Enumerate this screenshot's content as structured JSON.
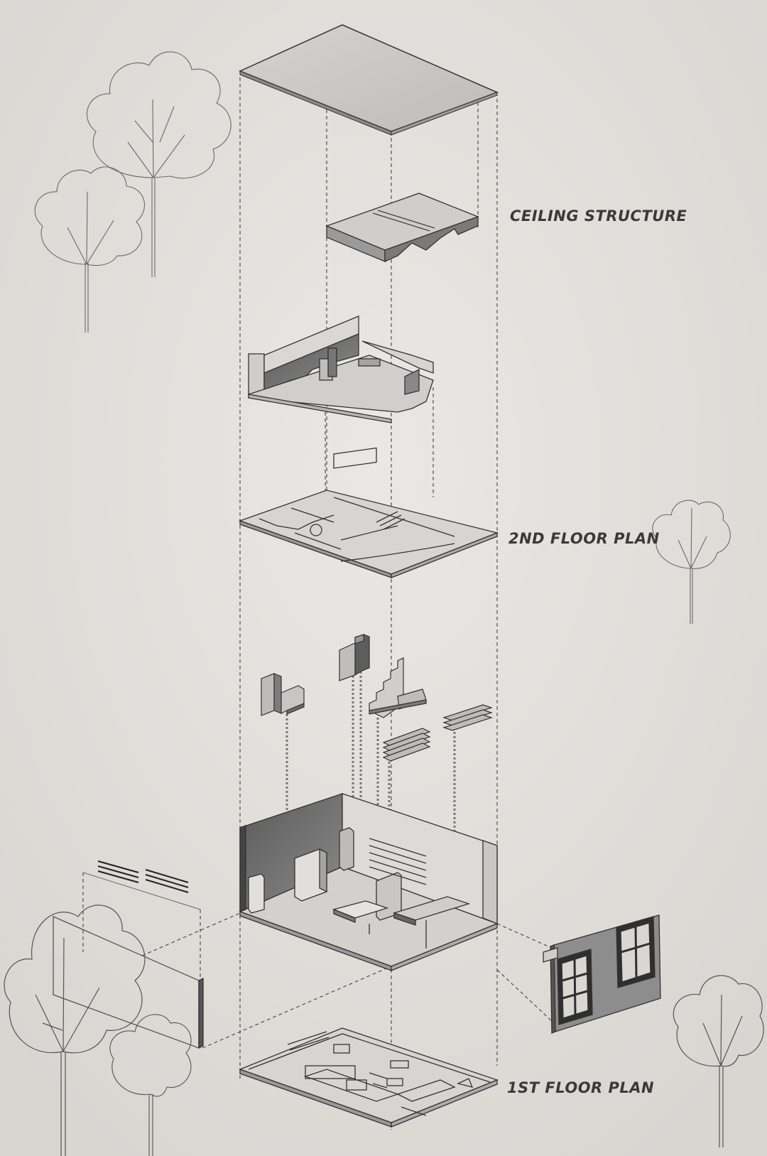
{
  "labels": {
    "ceiling_structure": "CEILING STRUCTURE",
    "second_floor_plan": "2ND FLOOR PLAN",
    "first_floor_plan": "1ST FLOOR PLAN"
  },
  "colors": {
    "paper": "#e3e1dc",
    "ink": "#3a3a3a",
    "wall_dark": "#6e6e6e",
    "slab": "#c9c8c5"
  }
}
